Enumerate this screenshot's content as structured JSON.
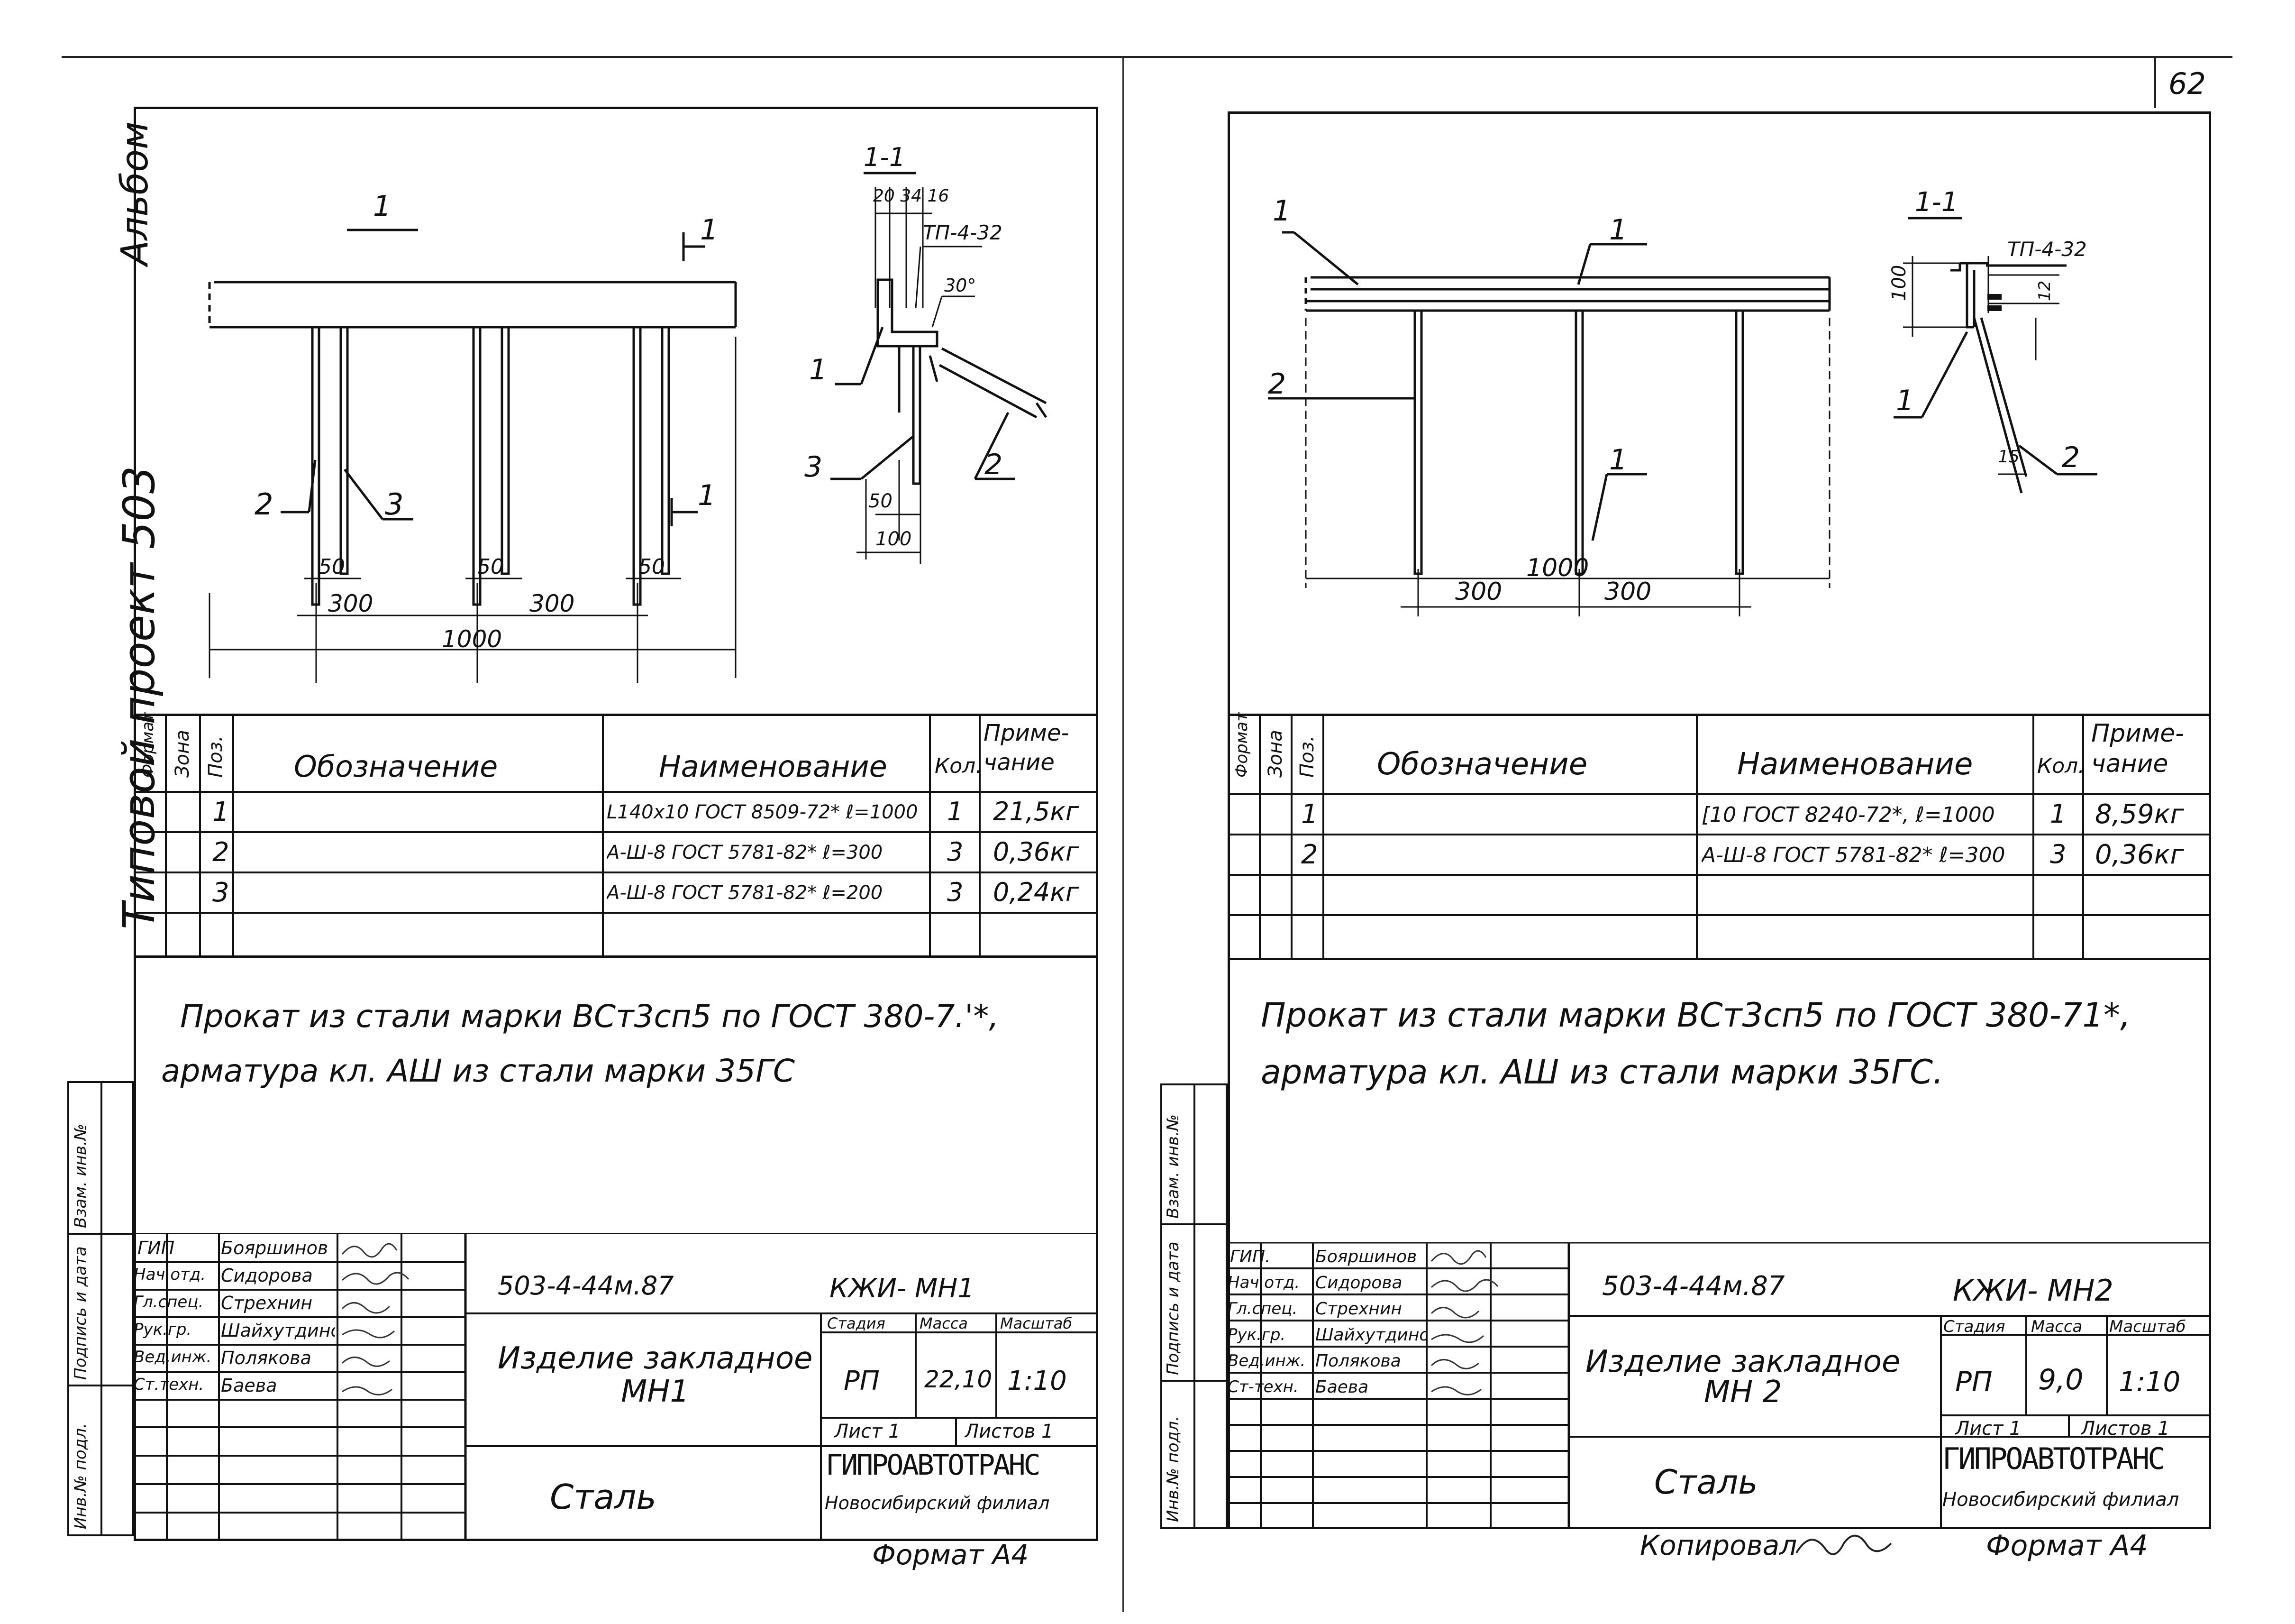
{
  "page_number": "62",
  "album": "Альбом",
  "project": "Типовой проект 503",
  "left_sheet": {
    "drawing": {
      "view_label": "1",
      "section_mark_top": "1",
      "section_mark_bottom": "1",
      "callout_2": "2",
      "callout_3": "3",
      "dim_50_a": "50",
      "dim_50_b": "50",
      "dim_50_c": "50",
      "dim_300_a": "300",
      "dim_300_b": "300",
      "dim_1000": "1000",
      "section_title": "1-1",
      "section_dims": "20 34 16",
      "weld_note": "ТП-4-32",
      "angle": "30°",
      "sec_callout_1": "1",
      "sec_callout_2": "2",
      "sec_callout_3": "3",
      "sec_dim_50": "50",
      "sec_dim_100": "100"
    },
    "spec": {
      "headers": {
        "format": "Формат",
        "zone": "Зона",
        "pos": "Поз.",
        "designation": "Обозначение",
        "name": "Наименование",
        "qty": "Кол.",
        "note": "Приме-\nчание"
      },
      "rows": [
        {
          "pos": "1",
          "name": "L140х10 ГОСТ 8509-72* ℓ=1000",
          "qty": "1",
          "note": "21,5кг"
        },
        {
          "pos": "2",
          "name": "А-Ш-8 ГОСТ 5781-82* ℓ=300",
          "qty": "3",
          "note": "0,36кг"
        },
        {
          "pos": "3",
          "name": "А-Ш-8 ГОСТ 5781-82* ℓ=200",
          "qty": "3",
          "note": "0,24кг"
        }
      ]
    },
    "note_line1": "Прокат из стали марки ВСт3сп5 по ГОСТ 380-7.'*,",
    "note_line2": "арматура  кл. АШ  из  стали  марки  35ГС",
    "side_stamp": [
      "Инв.№ подл.",
      "Подпись и дата",
      "Взам. инв.№"
    ],
    "title_block": {
      "roles": [
        "ГИП",
        "Нач.отд.",
        "Гл.спец.",
        "Рук.гр.",
        "Вед.инж.",
        "Ст.техн."
      ],
      "names": [
        "Бояршинов",
        "Сидорова",
        "Стрехнин",
        "Шайхутдинов",
        "Полякова",
        "Баева"
      ],
      "doc_code": "503-4-44м.87",
      "sheet_code": "КЖИ- МН1",
      "item_title": "Изделие закладное\nМН1",
      "material": "Сталь",
      "stage_h": "Стадия",
      "mass_h": "Масса",
      "scale_h": "Масштаб",
      "stage": "РП",
      "mass": "22,10",
      "scale": "1:10",
      "sheet": "Лист 1",
      "sheets": "Листов 1",
      "org": "ГИПРОАВТОТРАНС",
      "branch": "Новосибирский филиал"
    },
    "format": "Формат А4"
  },
  "right_sheet": {
    "drawing": {
      "callout_1": "1",
      "callout_2": "2",
      "section_mark_top": "1",
      "section_mark_bottom": "1",
      "dim_300_a": "300",
      "dim_300_b": "300",
      "dim_1000": "1000",
      "section_title": "1-1",
      "weld_note": "ТП-4-32",
      "sec_dim_100": "100",
      "sec_dim_small": "12",
      "sec_callout_1": "1",
      "sec_callout_2": "2",
      "sec_angle": "15"
    },
    "spec": {
      "headers": {
        "format": "Формат",
        "zone": "Зона",
        "pos": "Поз.",
        "designation": "Обозначение",
        "name": "Наименование",
        "qty": "Кол.",
        "note": "Приме-\nчание"
      },
      "rows": [
        {
          "pos": "1",
          "name": "[10 ГОСТ 8240-72*, ℓ=1000",
          "qty": "1",
          "note": "8,59кг"
        },
        {
          "pos": "2",
          "name": "А-Ш-8 ГОСТ 5781-82* ℓ=300",
          "qty": "3",
          "note": "0,36кг"
        }
      ]
    },
    "note_line1": "Прокат  из  стали  марки  ВСт3сп5 по ГОСТ 380-71*,",
    "note_line2": "арматура  кл. АШ из  стали марки 35ГС.",
    "side_stamp": [
      "Инв.№ подл.",
      "Подпись и дата",
      "Взам. инв.№"
    ],
    "title_block": {
      "roles": [
        "ГИП.",
        "Нач.отд.",
        "Гл.спец.",
        "Рук.гр.",
        "Вед.инж.",
        "Ст-техн."
      ],
      "names": [
        "Бояршинов",
        "Сидорова",
        "Стрехнин",
        "Шайхутдинов",
        "Полякова",
        "Баева"
      ],
      "doc_code": "503-4-44м.87",
      "sheet_code": "КЖИ- МН2",
      "item_title": "Изделие закладное\nМН 2",
      "material": "Сталь",
      "stage_h": "Стадия",
      "mass_h": "Масса",
      "scale_h": "Масштаб",
      "stage": "РП",
      "mass": "9,0",
      "scale": "1:10",
      "sheet": "Лист 1",
      "sheets": "Листов 1",
      "org": "ГИПРОАВТОТРАНС",
      "branch": "Новосибирский филиал"
    },
    "copied": "Копировал",
    "format": "Формат А4"
  }
}
